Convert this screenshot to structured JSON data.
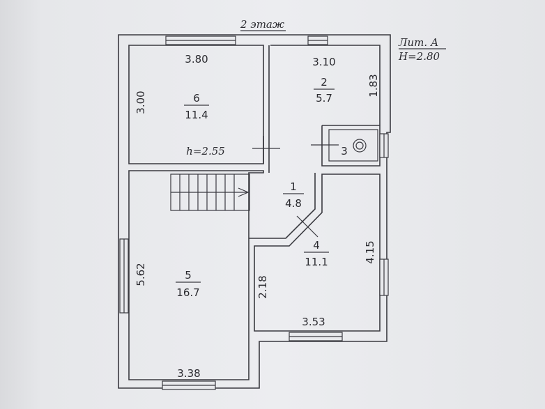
{
  "header": {
    "floor": "2 этаж",
    "liter": "Лит. А",
    "height": "H=2.80"
  },
  "rooms": [
    {
      "number": "6",
      "area": "11.4"
    },
    {
      "number": "2",
      "area": "5.7"
    },
    {
      "number": "3"
    },
    {
      "number": "1",
      "area": "4.8"
    },
    {
      "number": "4",
      "area": "11.1"
    },
    {
      "number": "5",
      "area": "16.7"
    }
  ],
  "dimensions": {
    "room6_width": "3.80",
    "room6_depth": "3.00",
    "room6_ceiling": "h=2.55",
    "room2_width": "3.10",
    "room2_depth": "1.83",
    "room5_depth": "5.62",
    "room5_width": "3.38",
    "room4_left": "2.18",
    "room4_width": "3.53",
    "room4_depth": "4.15"
  }
}
